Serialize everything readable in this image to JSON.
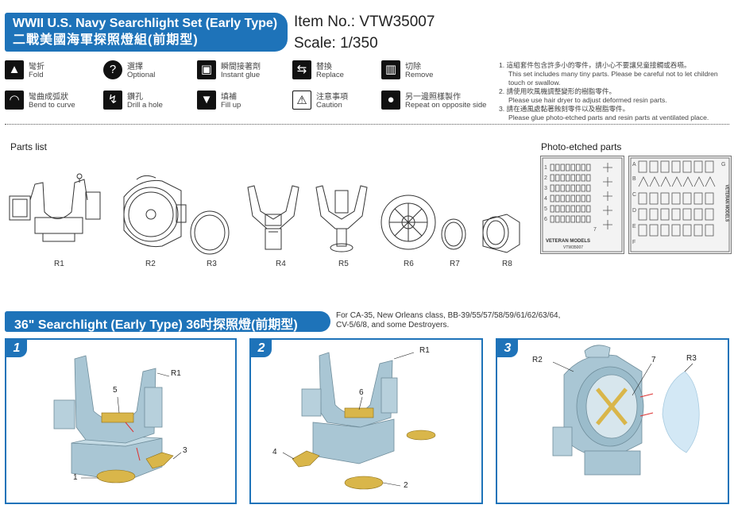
{
  "header": {
    "title_en": "WWII U.S. Navy Searchlight Set (Early Type)",
    "title_zh": "二戰美國海軍探照燈組(前期型)",
    "item_no": "Item No.: VTW35007",
    "scale": "Scale: 1/350"
  },
  "legend": [
    {
      "icon": "fold-arrow-icon",
      "glyph": "▲",
      "zh": "彎折",
      "en": "Fold"
    },
    {
      "icon": "question-icon",
      "glyph": "?",
      "zh": "選擇",
      "en": "Optional"
    },
    {
      "icon": "glue-icon",
      "glyph": "▣",
      "zh": "瞬間接著劑",
      "en": "Instant glue"
    },
    {
      "icon": "replace-icon",
      "glyph": "⇆",
      "zh": "替換",
      "en": "Replace"
    },
    {
      "icon": "remove-icon",
      "glyph": "▥",
      "zh": "切除",
      "en": "Remove"
    },
    {
      "icon": "bend-curve-icon",
      "glyph": "◠",
      "zh": "彎曲成弧狀",
      "en": "Bend to curve"
    },
    {
      "icon": "drill-icon",
      "glyph": "↯",
      "zh": "鑽孔",
      "en": "Drill a hole"
    },
    {
      "icon": "fill-icon",
      "glyph": "▼",
      "zh": "填補",
      "en": "Fill up"
    },
    {
      "icon": "caution-icon",
      "glyph": "⚠",
      "zh": "注意事項",
      "en": "Caution"
    },
    {
      "icon": "repeat-opposite-icon",
      "glyph": "●",
      "zh": "另一邊照樣製作",
      "en": "Repeat on opposite side"
    }
  ],
  "notes": [
    {
      "zh": "1. 這組套件包含許多小的零件，請小心不要讓兒童接觸或吞嚥。",
      "en": "This set includes many tiny parts. Please be careful not to let children touch or swallow."
    },
    {
      "zh": "2. 請使用吹風機調整變形的樹脂零件。",
      "en": "Please use hair dryer to adjust deformed resin parts."
    },
    {
      "zh": "3. 請在通風處黏著蝕刻零件以及樹脂零件。",
      "en": "Please glue photo-etched parts and resin parts at ventilated place."
    }
  ],
  "parts_list": {
    "label": "Parts list",
    "parts": [
      "R1",
      "R2",
      "R3",
      "R4",
      "R5",
      "R6",
      "R7",
      "R8"
    ]
  },
  "photo_etched": {
    "label": "Photo-etched parts",
    "fret1_numbers": [
      "1",
      "2",
      "3",
      "4",
      "5",
      "6",
      "7"
    ],
    "fret1_brand": "VETERAN MODELS",
    "fret1_code": "VTW35007",
    "fret2_letters": [
      "A",
      "B",
      "C",
      "D",
      "E",
      "F",
      "G"
    ],
    "fret2_brand": "VETERAN MODELS"
  },
  "section": {
    "title": "36\" Searchlight (Early Type) 36吋探照燈(前期型)",
    "note_line1": "For CA-35, New Orleans class, BB-39/55/57/58/59/61/62/63/64,",
    "note_line2": "CV-5/6/8, and some Destroyers."
  },
  "steps": [
    {
      "num": "1",
      "callouts": [
        "R1",
        "5",
        "3",
        "1"
      ]
    },
    {
      "num": "2",
      "callouts": [
        "R1",
        "6",
        "4",
        "2"
      ]
    },
    {
      "num": "3",
      "callouts": [
        "R2",
        "7",
        "R3"
      ]
    }
  ],
  "colors": {
    "brand_blue": "#1e73b9",
    "resin": "#a9c6d4",
    "brass": "#d9b64a"
  }
}
